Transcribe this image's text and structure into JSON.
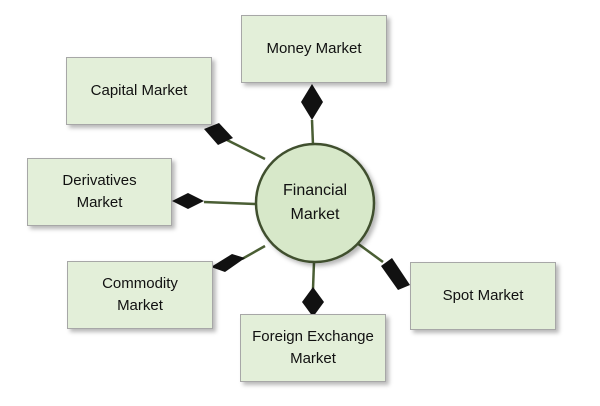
{
  "hub": {
    "label_line1": "Financial",
    "label_line2": "Market"
  },
  "markets": {
    "money": {
      "line1": "Money Market"
    },
    "capital": {
      "line1": "Capital Market"
    },
    "derivatives": {
      "line1": "Derivatives",
      "line2": "Market"
    },
    "commodity": {
      "line1": "Commodity",
      "line2": "Market"
    },
    "forex": {
      "line1": "Foreign Exchange",
      "line2": "Market"
    },
    "spot": {
      "line1": "Spot Market"
    }
  },
  "colors": {
    "box_fill": "#e3efd9",
    "box_border": "#a7a7a7",
    "hub_fill": "#d7e8c9",
    "connector": "#4a5e34",
    "diamond": "#111111"
  }
}
